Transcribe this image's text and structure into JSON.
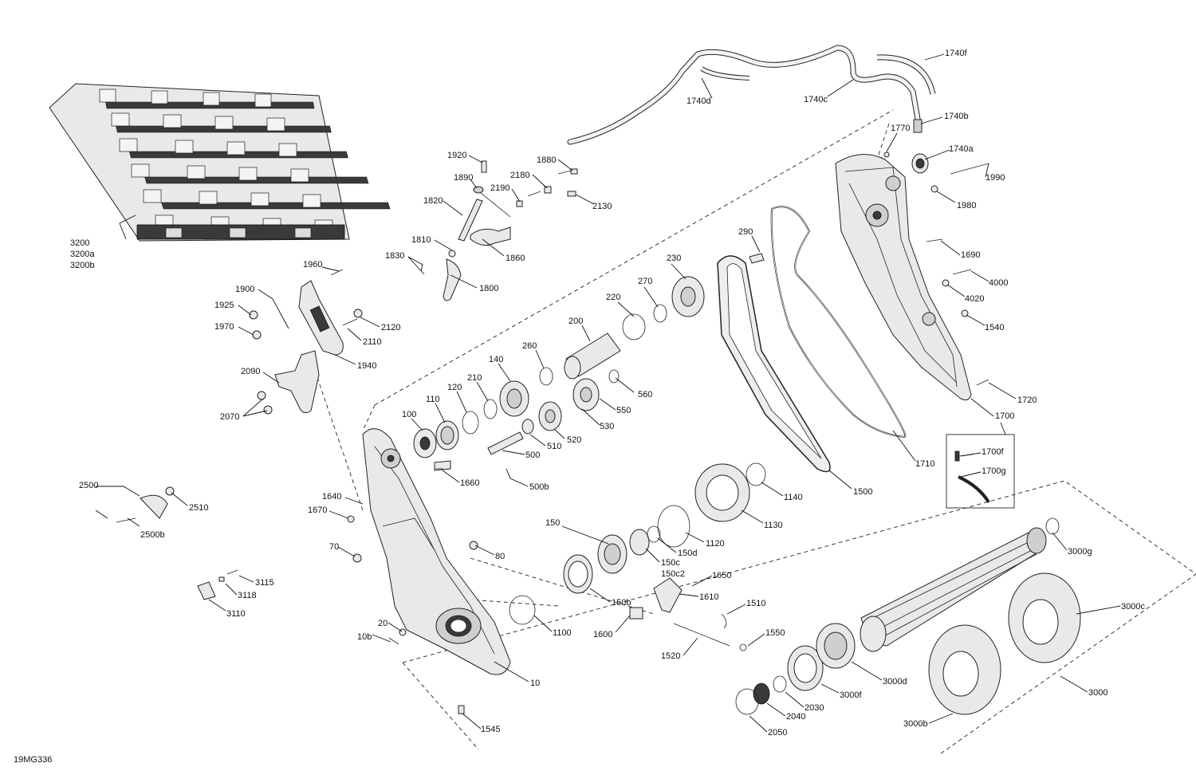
{
  "figure_code": "19MG336",
  "callouts": [
    {
      "id": "c3200",
      "text": "3200"
    },
    {
      "id": "c3200a",
      "text": "3200a"
    },
    {
      "id": "c3200b",
      "text": "3200b"
    },
    {
      "id": "c1920",
      "text": "1920"
    },
    {
      "id": "c1880",
      "text": "1880"
    },
    {
      "id": "c2180",
      "text": "2180"
    },
    {
      "id": "c1890",
      "text": "1890"
    },
    {
      "id": "c2190",
      "text": "2190"
    },
    {
      "id": "c2130",
      "text": "2130"
    },
    {
      "id": "c1820",
      "text": "1820"
    },
    {
      "id": "c1810",
      "text": "1810"
    },
    {
      "id": "c1860",
      "text": "1860"
    },
    {
      "id": "c1830",
      "text": "1830"
    },
    {
      "id": "c1800",
      "text": "1800"
    },
    {
      "id": "c1740d",
      "text": "1740d"
    },
    {
      "id": "c1740c",
      "text": "1740c"
    },
    {
      "id": "c1740f",
      "text": "1740f"
    },
    {
      "id": "c1740b",
      "text": "1740b"
    },
    {
      "id": "c1740a",
      "text": "1740a"
    },
    {
      "id": "c1770",
      "text": "1770"
    },
    {
      "id": "c1990",
      "text": "1990"
    },
    {
      "id": "c1980",
      "text": "1980"
    },
    {
      "id": "c1690",
      "text": "1690"
    },
    {
      "id": "c4000",
      "text": "4000"
    },
    {
      "id": "c4020",
      "text": "4020"
    },
    {
      "id": "c1540",
      "text": "1540"
    },
    {
      "id": "c1720",
      "text": "1720"
    },
    {
      "id": "c1700",
      "text": "1700"
    },
    {
      "id": "c1700f",
      "text": "1700f"
    },
    {
      "id": "c1700g",
      "text": "1700g"
    },
    {
      "id": "c1710",
      "text": "1710"
    },
    {
      "id": "c1500",
      "text": "1500"
    },
    {
      "id": "c290",
      "text": "290"
    },
    {
      "id": "c230",
      "text": "230"
    },
    {
      "id": "c270",
      "text": "270"
    },
    {
      "id": "c220",
      "text": "220"
    },
    {
      "id": "c200",
      "text": "200"
    },
    {
      "id": "c260",
      "text": "260"
    },
    {
      "id": "c560",
      "text": "560"
    },
    {
      "id": "c140",
      "text": "140"
    },
    {
      "id": "c210",
      "text": "210"
    },
    {
      "id": "c120",
      "text": "120"
    },
    {
      "id": "c110",
      "text": "110"
    },
    {
      "id": "c100",
      "text": "100"
    },
    {
      "id": "c550",
      "text": "550"
    },
    {
      "id": "c530",
      "text": "530"
    },
    {
      "id": "c520",
      "text": "520"
    },
    {
      "id": "c510",
      "text": "510"
    },
    {
      "id": "c500",
      "text": "500"
    },
    {
      "id": "c500b",
      "text": "500b"
    },
    {
      "id": "c1960",
      "text": "1960"
    },
    {
      "id": "c1900",
      "text": "1900"
    },
    {
      "id": "c1925",
      "text": "1925"
    },
    {
      "id": "c1970",
      "text": "1970"
    },
    {
      "id": "c2120",
      "text": "2120"
    },
    {
      "id": "c2110",
      "text": "2110"
    },
    {
      "id": "c1940",
      "text": "1940"
    },
    {
      "id": "c2090",
      "text": "2090"
    },
    {
      "id": "c2070",
      "text": "2070"
    },
    {
      "id": "c1660",
      "text": "1660"
    },
    {
      "id": "c1640",
      "text": "1640"
    },
    {
      "id": "c1670",
      "text": "1670"
    },
    {
      "id": "c2500",
      "text": "2500"
    },
    {
      "id": "c2510",
      "text": "2510"
    },
    {
      "id": "c2500b",
      "text": "2500b"
    },
    {
      "id": "c70",
      "text": "70"
    },
    {
      "id": "c80",
      "text": "80"
    },
    {
      "id": "c3115",
      "text": "3115"
    },
    {
      "id": "c3118",
      "text": "3118"
    },
    {
      "id": "c3110",
      "text": "3110"
    },
    {
      "id": "c20",
      "text": "20"
    },
    {
      "id": "c10b",
      "text": "10b"
    },
    {
      "id": "c10",
      "text": "10"
    },
    {
      "id": "c1545",
      "text": "1545"
    },
    {
      "id": "c1100",
      "text": "1100"
    },
    {
      "id": "c150",
      "text": "150"
    },
    {
      "id": "c150b",
      "text": "150b"
    },
    {
      "id": "c150c",
      "text": "150c"
    },
    {
      "id": "c150c2",
      "text": "150c2"
    },
    {
      "id": "c150d",
      "text": "150d"
    },
    {
      "id": "c1120",
      "text": "1120"
    },
    {
      "id": "c1130",
      "text": "1130"
    },
    {
      "id": "c1140",
      "text": "1140"
    },
    {
      "id": "c1650",
      "text": "1650"
    },
    {
      "id": "c1610",
      "text": "1610"
    },
    {
      "id": "c1600",
      "text": "1600"
    },
    {
      "id": "c1510",
      "text": "1510"
    },
    {
      "id": "c1550",
      "text": "1550"
    },
    {
      "id": "c1520",
      "text": "1520"
    },
    {
      "id": "c3000g",
      "text": "3000g"
    },
    {
      "id": "c3000c",
      "text": "3000c"
    },
    {
      "id": "c3000d",
      "text": "3000d"
    },
    {
      "id": "c3000f",
      "text": "3000f"
    },
    {
      "id": "c3000",
      "text": "3000"
    },
    {
      "id": "c3000b",
      "text": "3000b"
    },
    {
      "id": "c2030",
      "text": "2030"
    },
    {
      "id": "c2040",
      "text": "2040"
    },
    {
      "id": "c2050",
      "text": "2050"
    }
  ]
}
